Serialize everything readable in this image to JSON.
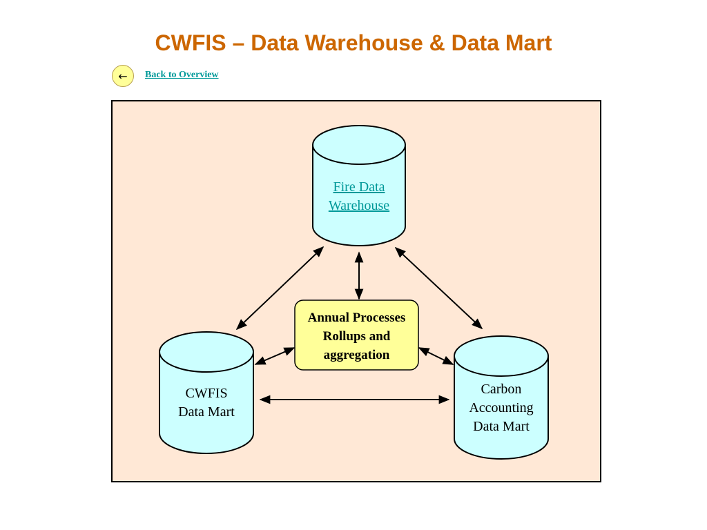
{
  "title": "CWFIS – Data Warehouse & Data Mart",
  "nav": {
    "back_icon": "←",
    "back_label": "Back to Overview"
  },
  "diagram": {
    "warehouse": {
      "line1": "Fire Data ",
      "line2": "Warehouse"
    },
    "process": {
      "line1": "Annual Processes",
      "line2": "Rollups and",
      "line3": "aggregation"
    },
    "cwfis_mart": {
      "line1": "CWFIS",
      "line2": "Data Mart"
    },
    "carbon_mart": {
      "line1": "Carbon",
      "line2": "Accounting",
      "line3": "Data Mart"
    }
  },
  "colors": {
    "title": "#cc6600",
    "link": "#009999",
    "panel_bg": "#ffe8d6",
    "cylinder_fill": "#ccffff",
    "process_fill": "#ffff99"
  }
}
